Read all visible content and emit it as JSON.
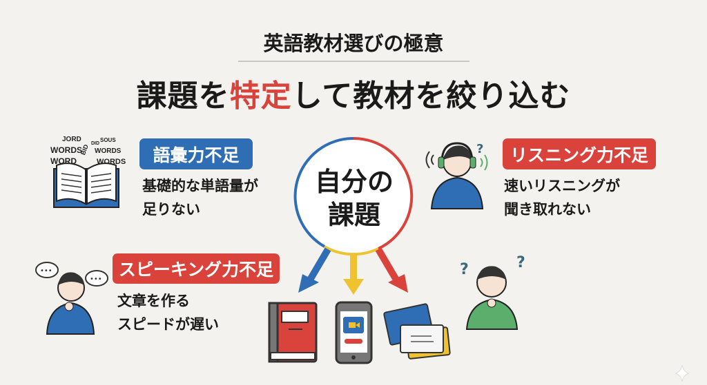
{
  "header": {
    "subtitle": "英語教材選びの極意",
    "title_part1": "課題を",
    "title_highlight": "特定",
    "title_part2": "して教材を絞り込む"
  },
  "center": {
    "line1": "自分の",
    "line2": "課題"
  },
  "issues": [
    {
      "label": "語彙力不足",
      "desc_line1": "基礎的な単語量が",
      "desc_line2": "足りない",
      "color": "#2f6db5"
    },
    {
      "label": "リスニング力不足",
      "desc_line1": "速いリスニングが",
      "desc_line2": "聞き取れない",
      "color": "#d9433b"
    },
    {
      "label": "スピーキング力不足",
      "desc_line1": "文章を作る",
      "desc_line2": "スピードが遅い",
      "color": "#d9433b"
    }
  ],
  "book_words": [
    "JORD",
    "WORDS",
    "WORD",
    "BID",
    "DID",
    "SOUS",
    "WORDS",
    "WORDS"
  ],
  "colors": {
    "blue": "#2f6db5",
    "red": "#d9433b",
    "yellow": "#f0c230",
    "green": "#5cae6c",
    "background": "#f3f2ee"
  }
}
